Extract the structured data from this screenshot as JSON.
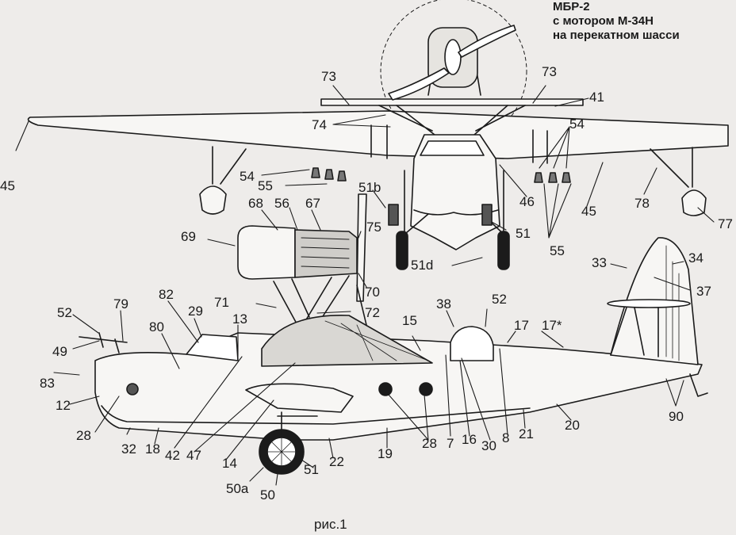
{
  "title": {
    "line1": "МБР-2",
    "line2": "с мотором М-34Н",
    "line3": "на перекатном шасси"
  },
  "caption": "рис.1",
  "callouts": [
    "73",
    "73",
    "41",
    "74",
    "54",
    "45",
    "54",
    "55",
    "51b",
    "46",
    "45",
    "78",
    "77",
    "68",
    "56",
    "67",
    "69",
    "75",
    "51",
    "55",
    "51d",
    "33",
    "34",
    "37",
    "70",
    "72",
    "71",
    "52",
    "79",
    "82",
    "29",
    "13",
    "38",
    "52",
    "17",
    "17*",
    "49",
    "80",
    "15",
    "83",
    "12",
    "28",
    "32",
    "18",
    "42",
    "47",
    "14",
    "50a",
    "50",
    "51",
    "22",
    "19",
    "28",
    "7",
    "16",
    "30",
    "8",
    "21",
    "20",
    "90"
  ]
}
